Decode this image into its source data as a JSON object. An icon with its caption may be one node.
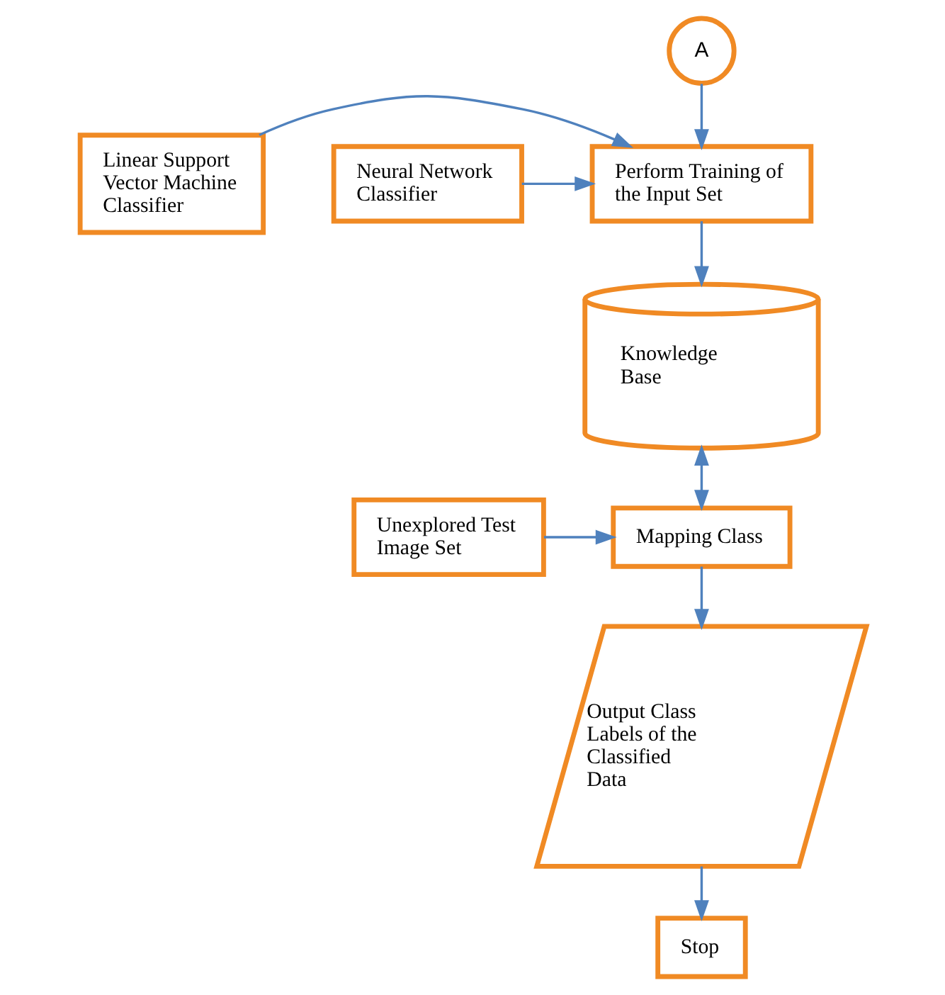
{
  "diagram": {
    "nodes": [
      {
        "text": [
          "A"
        ]
      },
      {
        "text": [
          "Linear Support Vector Machine Classifier"
        ]
      },
      {
        "text": [
          "Perform Training of the Input Set"
        ]
      },
      {
        "text": [
          "Neural Network Classifier"
        ]
      },
      {
        "text": [
          "Knowledge Base"
        ]
      },
      {
        "text": [
          "Unexplored Test Image Set"
        ]
      },
      {
        "text": [
          "Mapping Class"
        ]
      },
      {
        "text": [
          "Output Class Labels of the Classified Data"
        ]
      },
      {
        "text": [
          "Stop"
        ]
      }
    ],
    "edges": [
      {
        "from": 0,
        "to": 2,
        "arrow": "to"
      },
      {
        "from": 1,
        "to": 2,
        "arrow": "to"
      },
      {
        "from": 3,
        "to": 2,
        "arrow": "to"
      },
      {
        "from": 2,
        "to": 4,
        "arrow": "to"
      },
      {
        "from": 4,
        "to": 6,
        "arrow": "both"
      },
      {
        "from": 5,
        "to": 6,
        "arrow": "to"
      },
      {
        "from": 6,
        "to": 7,
        "arrow": "to"
      },
      {
        "from": 7,
        "to": 8,
        "arrow": "to"
      }
    ]
  }
}
